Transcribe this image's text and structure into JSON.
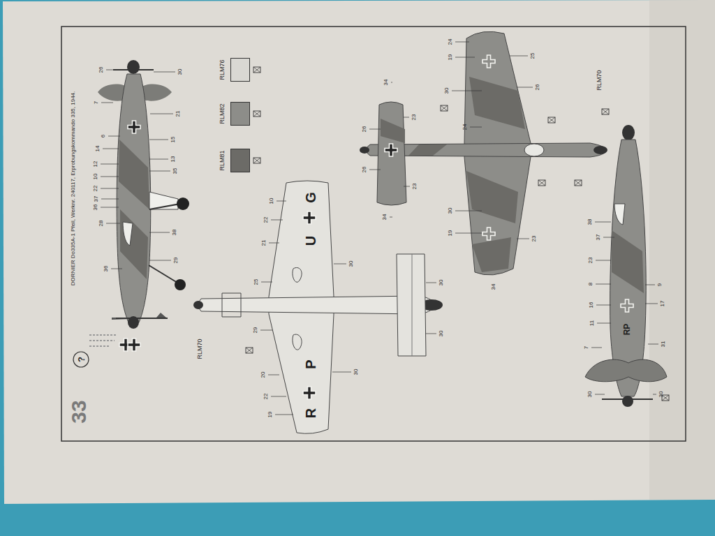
{
  "diagram": {
    "title": "DORNIER Do335A-1 Pfeil, Werknr. 240117, Erprobungskommando 335, 1944.",
    "labels": [
      "26",
      "30",
      "7",
      "21",
      "6",
      "15",
      "14",
      "13",
      "12",
      "10",
      "35",
      "22",
      "37",
      "36",
      "28",
      "38",
      "29",
      "36",
      "10",
      "22",
      "21",
      "30",
      "25",
      "29",
      "20",
      "22",
      "19",
      "30",
      "RLM70",
      "30",
      "30",
      "G",
      "U",
      "P",
      "R",
      "24",
      "19",
      "25",
      "30",
      "26",
      "24",
      "34",
      "23",
      "26",
      "26",
      "23",
      "34",
      "30",
      "19",
      "23",
      "34",
      "RLM70",
      "38",
      "37",
      "23",
      "8",
      "16",
      "11",
      "7",
      "30",
      "9",
      "17",
      "31",
      "30",
      "RP",
      "33",
      "?"
    ],
    "legend": [
      {
        "text": "RLM76",
        "color": "#d9d8d3"
      },
      {
        "text": "RLM82",
        "color": "#8d8d89"
      },
      {
        "text": "RLM81",
        "color": "#6c6b67"
      }
    ]
  }
}
